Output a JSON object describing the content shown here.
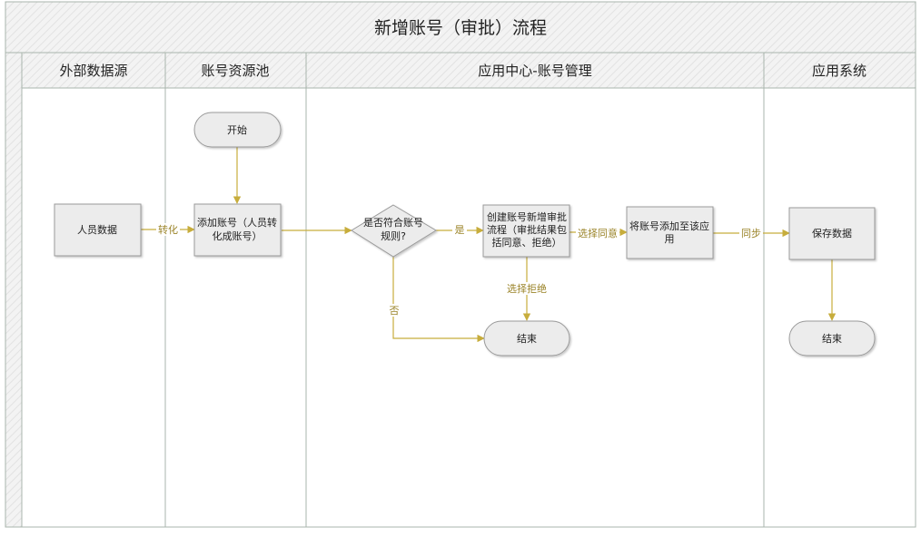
{
  "title": "新增账号（审批）流程",
  "lanes": [
    "外部数据源",
    "账号资源池",
    "应用中心-账号管理",
    "应用系统"
  ],
  "nodes": {
    "start": "开始",
    "person_data": "人员数据",
    "add_account": [
      "添加账号（人员转",
      "化成账号）"
    ],
    "check_rule": [
      "是否符合账号",
      "规则?"
    ],
    "create_flow": [
      "创建账号新增审批",
      "流程（审批结果包",
      "括同意、拒绝）"
    ],
    "add_to_app": [
      "将账号添加至该应",
      "用"
    ],
    "end_mid": "结束",
    "save_data": "保存数据",
    "end_right": "结束"
  },
  "edges": {
    "convert": "转化",
    "yes": "是",
    "no": "否",
    "approve": "选择同意",
    "reject": "选择拒绝",
    "sync": "同步"
  },
  "colors": {
    "border": "#a9b5ac",
    "node_fill": "#ececec",
    "node_stroke": "#9a9a9a",
    "arrow": "#c7ad3c",
    "label": "#9b8429",
    "header_fill": "#f0f0f0"
  }
}
